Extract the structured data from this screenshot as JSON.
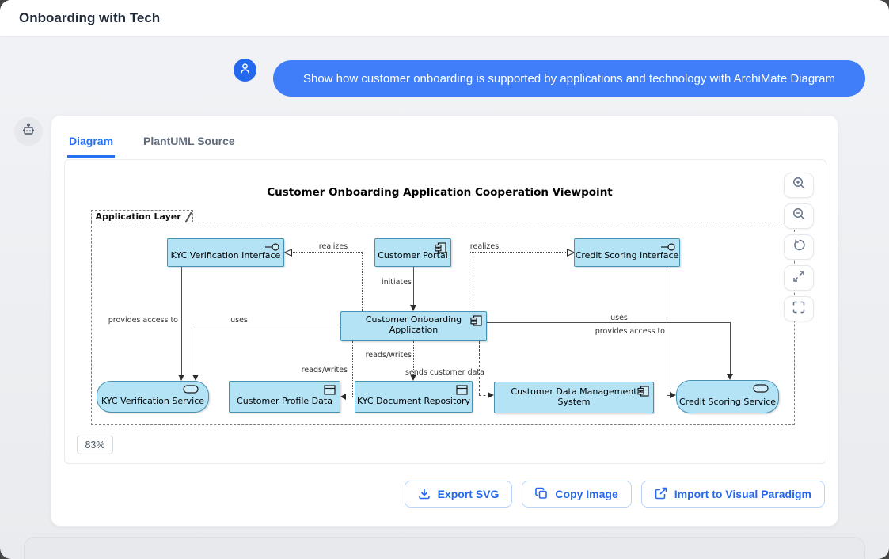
{
  "window": {
    "title": "Onboarding with Tech"
  },
  "chat": {
    "user_message": "Show how customer onboarding is supported by applications and technology with ArchiMate Diagram"
  },
  "tabs": [
    {
      "label": "Diagram",
      "active": true
    },
    {
      "label": "PlantUML Source",
      "active": false
    }
  ],
  "viewer": {
    "zoom_level": "83%",
    "toolbar": [
      {
        "icon": "zoom-in-icon"
      },
      {
        "icon": "zoom-out-icon"
      },
      {
        "icon": "reset-view-icon"
      },
      {
        "icon": "expand-icon"
      },
      {
        "icon": "fullscreen-icon"
      }
    ]
  },
  "actions": [
    {
      "label": "Export SVG",
      "icon": "download-icon"
    },
    {
      "label": "Copy Image",
      "icon": "copy-icon"
    },
    {
      "label": "Import to Visual Paradigm",
      "icon": "external-link-icon"
    }
  ],
  "diagram": {
    "title": "Customer Onboarding Application Cooperation Viewpoint",
    "frame_label": "Application Layer",
    "nodes": [
      {
        "id": "kyc-verification-interface",
        "label": "KYC Verification Interface",
        "type": "application-interface"
      },
      {
        "id": "customer-portal",
        "label": "Customer Portal",
        "type": "application-component"
      },
      {
        "id": "credit-scoring-interface",
        "label": "Credit Scoring Interface",
        "type": "application-interface"
      },
      {
        "id": "customer-onboarding-application",
        "label": "Customer Onboarding Application",
        "type": "application-component"
      },
      {
        "id": "kyc-verification-service",
        "label": "KYC Verification Service",
        "type": "application-service"
      },
      {
        "id": "customer-profile-data",
        "label": "Customer Profile Data",
        "type": "data-object"
      },
      {
        "id": "kyc-document-repository",
        "label": "KYC Document Repository",
        "type": "data-object"
      },
      {
        "id": "customer-data-management-system",
        "label": "Customer Data Management System",
        "type": "application-component"
      },
      {
        "id": "credit-scoring-service",
        "label": "Credit Scoring Service",
        "type": "application-service"
      }
    ],
    "edges": [
      {
        "label": "realizes",
        "from": "customer-onboarding-application",
        "to": "kyc-verification-interface",
        "kind": "realization"
      },
      {
        "label": "realizes",
        "from": "customer-onboarding-application",
        "to": "credit-scoring-interface",
        "kind": "realization"
      },
      {
        "label": "initiates",
        "from": "customer-portal",
        "to": "customer-onboarding-application",
        "kind": "flow"
      },
      {
        "label": "uses",
        "from": "customer-onboarding-application",
        "to": "kyc-verification-service",
        "kind": "serving"
      },
      {
        "label": "provides access to",
        "from": "kyc-verification-interface",
        "to": "kyc-verification-service",
        "kind": "serving"
      },
      {
        "label": "uses",
        "from": "customer-onboarding-application",
        "to": "credit-scoring-service",
        "kind": "serving"
      },
      {
        "label": "provides access to",
        "from": "credit-scoring-interface",
        "to": "credit-scoring-service",
        "kind": "serving"
      },
      {
        "label": "reads/writes",
        "from": "customer-onboarding-application",
        "to": "customer-profile-data",
        "kind": "access"
      },
      {
        "label": "reads/writes",
        "from": "customer-onboarding-application",
        "to": "kyc-document-repository",
        "kind": "access"
      },
      {
        "label": "sends customer data",
        "from": "customer-onboarding-application",
        "to": "customer-data-management-system",
        "kind": "flow"
      }
    ]
  },
  "colors": {
    "accent_blue": "#2468ee",
    "bubble_blue": "#3f7ef8",
    "node_fill": "#b5e3f6",
    "node_border": "#4691b4",
    "edge_line": "#4d4d4d"
  }
}
